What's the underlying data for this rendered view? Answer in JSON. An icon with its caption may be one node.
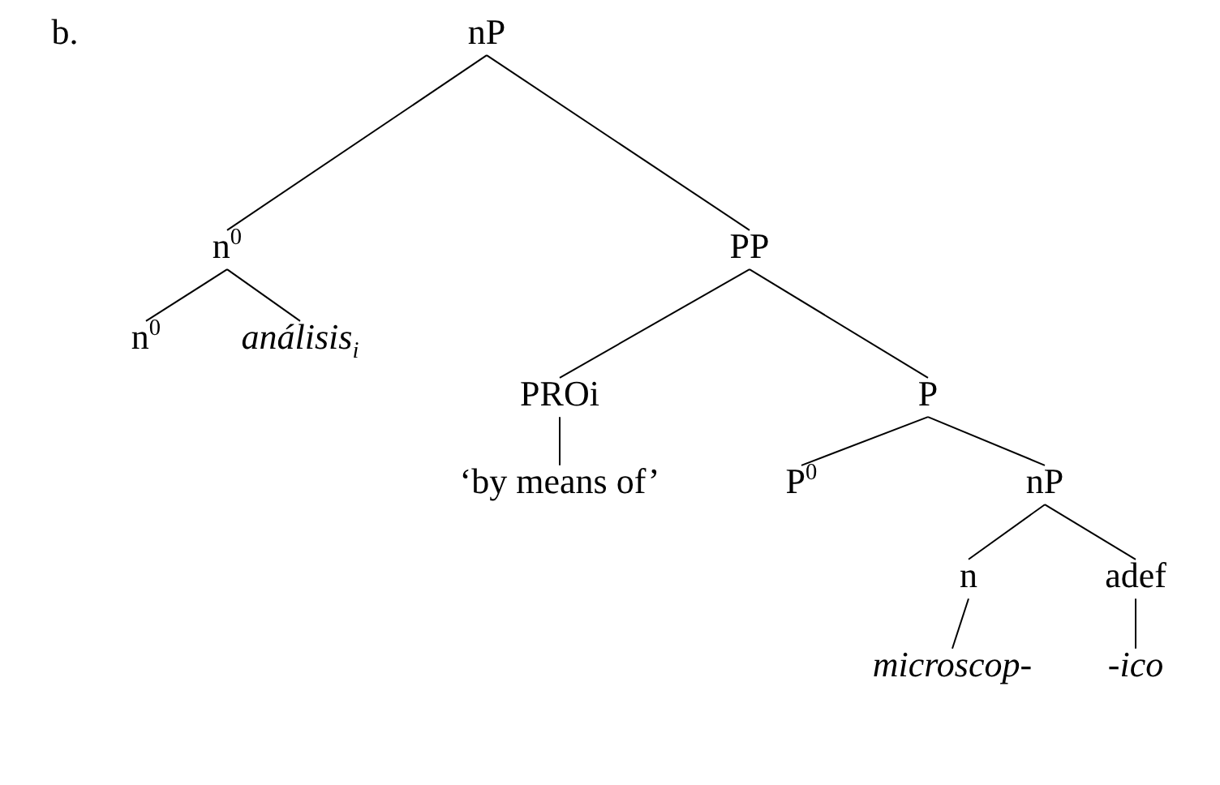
{
  "diagram": {
    "nodes": [
      {
        "text": [
          "nP"
        ]
      },
      {
        "text": [
          "n$^{0}$"
        ]
      },
      {
        "text": [
          "PP"
        ]
      },
      {
        "text": [
          "n$^{0}$"
        ]
      },
      {
        "text": [
          "análisis$_{i}$"
        ]
      },
      {
        "text": [
          "PROi"
        ]
      },
      {
        "text": [
          "P"
        ]
      },
      {
        "text": [
          "‘by means of’"
        ]
      },
      {
        "text": [
          "P$^{0}$"
        ]
      },
      {
        "text": [
          "nP"
        ]
      },
      {
        "text": [
          "n"
        ]
      },
      {
        "text": [
          "adef"
        ]
      },
      {
        "text": [
          "microscop-"
        ]
      },
      {
        "text": [
          "-ico"
        ]
      }
    ],
    "edges": [
      {
        "from": 0,
        "to": 1,
        "arrow": "none"
      },
      {
        "from": 0,
        "to": 2,
        "arrow": "none"
      },
      {
        "from": 1,
        "to": 3,
        "arrow": "none"
      },
      {
        "from": 1,
        "to": 4,
        "arrow": "none"
      },
      {
        "from": 2,
        "to": 5,
        "arrow": "none"
      },
      {
        "from": 2,
        "to": 6,
        "arrow": "none"
      },
      {
        "from": 5,
        "to": 7,
        "arrow": "none"
      },
      {
        "from": 6,
        "to": 8,
        "arrow": "none"
      },
      {
        "from": 6,
        "to": 9,
        "arrow": "none"
      },
      {
        "from": 9,
        "to": 10,
        "arrow": "none"
      },
      {
        "from": 9,
        "to": 11,
        "arrow": "none"
      },
      {
        "from": 10,
        "to": 12,
        "arrow": "none"
      },
      {
        "from": 11,
        "to": 13,
        "arrow": "none"
      }
    ],
    "labels": [
      "b."
    ]
  }
}
